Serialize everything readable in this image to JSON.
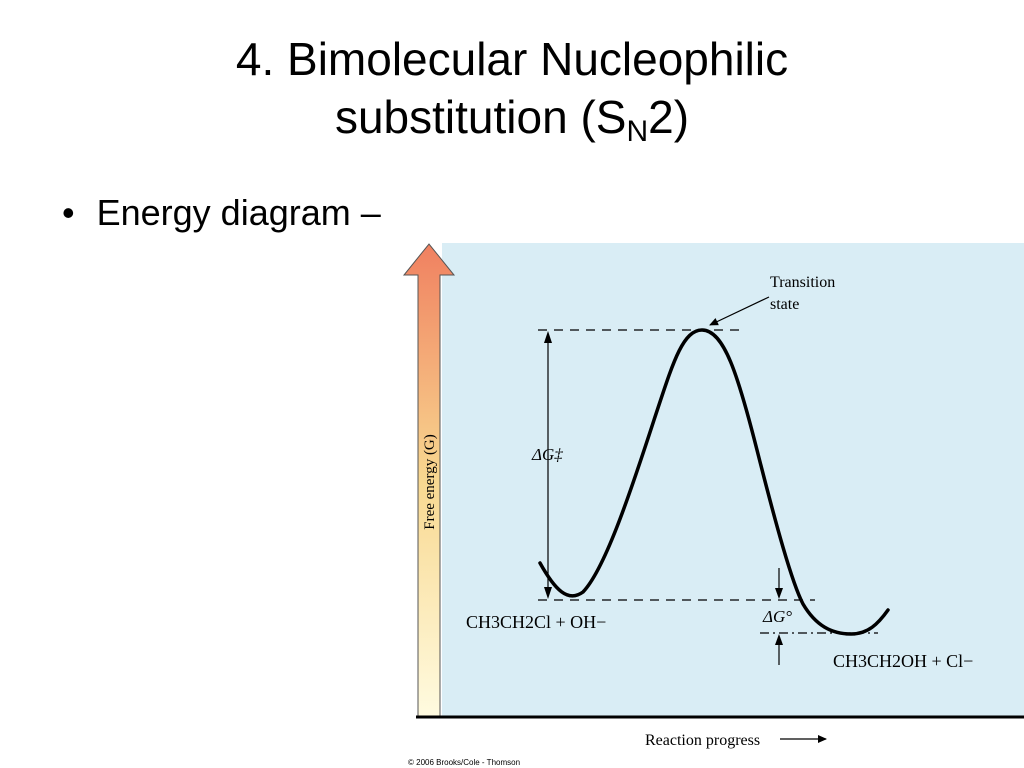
{
  "slide": {
    "title_line1": "4. Bimolecular Nucleophilic",
    "title_line2_prefix": "substitution (S",
    "title_subscript": "N",
    "title_line2_suffix": "2)",
    "bullet_symbol": "•",
    "bullet_text": "Energy diagram –"
  },
  "diagram": {
    "y_axis_label": "Free energy (G)",
    "x_axis_label": "Reaction progress",
    "transition_state_label_line1": "Transition",
    "transition_state_label_line2": "state",
    "activation_energy_label": "ΔG‡",
    "free_energy_change_label": "ΔG°",
    "reactants_label": "CH3CH2Cl + OH−",
    "products_label": "CH3CH2OH + Cl−",
    "copyright": "© 2006 Brooks/Cole - Thomson",
    "colors": {
      "panel_background": "#d9edf5",
      "arrow_top": "#f08060",
      "arrow_bottom": "#fffbe0",
      "line": "#000000"
    }
  }
}
